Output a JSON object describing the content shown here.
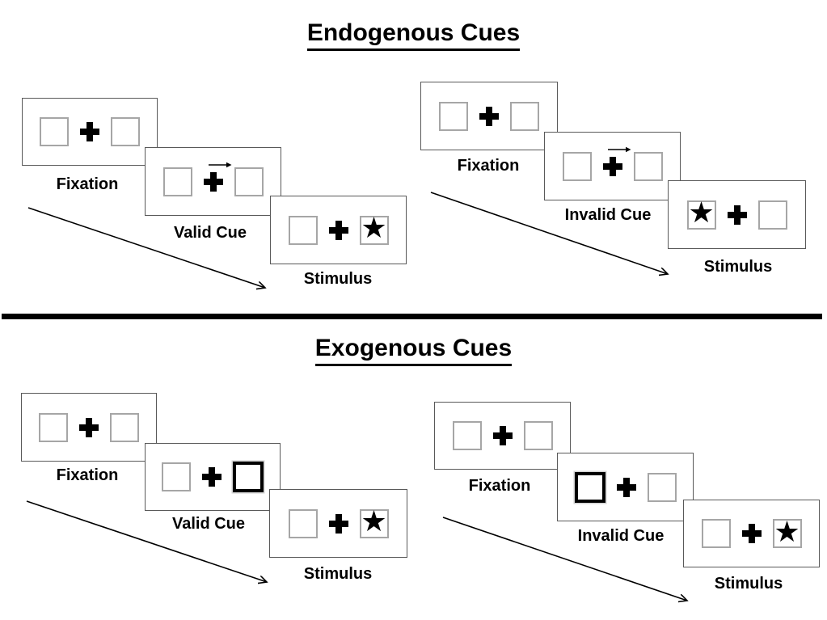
{
  "sections": [
    {
      "title": "Endogenous Cues",
      "sequences": [
        {
          "name": "valid",
          "panels": [
            {
              "label": "Fixation",
              "content": "two empty boxes with central cross"
            },
            {
              "label": "Valid Cue",
              "content": "right-pointing arrow above central cross",
              "cue": "arrow-right"
            },
            {
              "label": "Stimulus",
              "content": "star in right box",
              "star": "right"
            }
          ]
        },
        {
          "name": "invalid",
          "panels": [
            {
              "label": "Fixation",
              "content": "two empty boxes with central cross"
            },
            {
              "label": "Invalid Cue",
              "content": "right-pointing arrow above central cross",
              "cue": "arrow-right"
            },
            {
              "label": "Stimulus",
              "content": "star in left box",
              "star": "left"
            }
          ]
        }
      ]
    },
    {
      "title": "Exogenous Cues",
      "sequences": [
        {
          "name": "valid",
          "panels": [
            {
              "label": "Fixation",
              "content": "two empty boxes with central cross"
            },
            {
              "label": "Valid Cue",
              "content": "right box highlighted with thick black border",
              "cue": "highlight-right"
            },
            {
              "label": "Stimulus",
              "content": "star in right box",
              "star": "right"
            }
          ]
        },
        {
          "name": "invalid",
          "panels": [
            {
              "label": "Fixation",
              "content": "two empty boxes with central cross"
            },
            {
              "label": "Invalid Cue",
              "content": "left box highlighted with thick black border",
              "cue": "highlight-left"
            },
            {
              "label": "Stimulus",
              "content": "star in right box",
              "star": "right"
            }
          ]
        }
      ]
    }
  ],
  "glyphs": {
    "star": "★"
  },
  "colors": {
    "background": "#ffffff",
    "ink": "#000000",
    "panel_border": "#595959",
    "box_border": "#a6a6a6",
    "divider": "#000000"
  }
}
